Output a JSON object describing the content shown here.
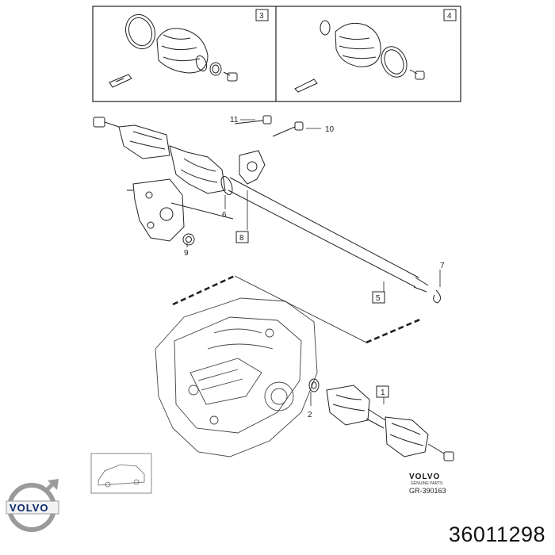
{
  "callouts": {
    "c1": "1",
    "c2": "2",
    "c3": "3",
    "c4": "4",
    "c5": "5",
    "c6": "6",
    "c7": "7",
    "c8": "8",
    "c9": "9",
    "c10": "10",
    "c11": "11"
  },
  "footer": {
    "brand_small": "VOLVO",
    "brand_sub": "GENUINE PARTS",
    "reference": "GR-390163",
    "logo_text": "VOLVO",
    "part_number": "36011298"
  },
  "colors": {
    "line": "#222222",
    "light": "#888888",
    "background": "#ffffff"
  }
}
